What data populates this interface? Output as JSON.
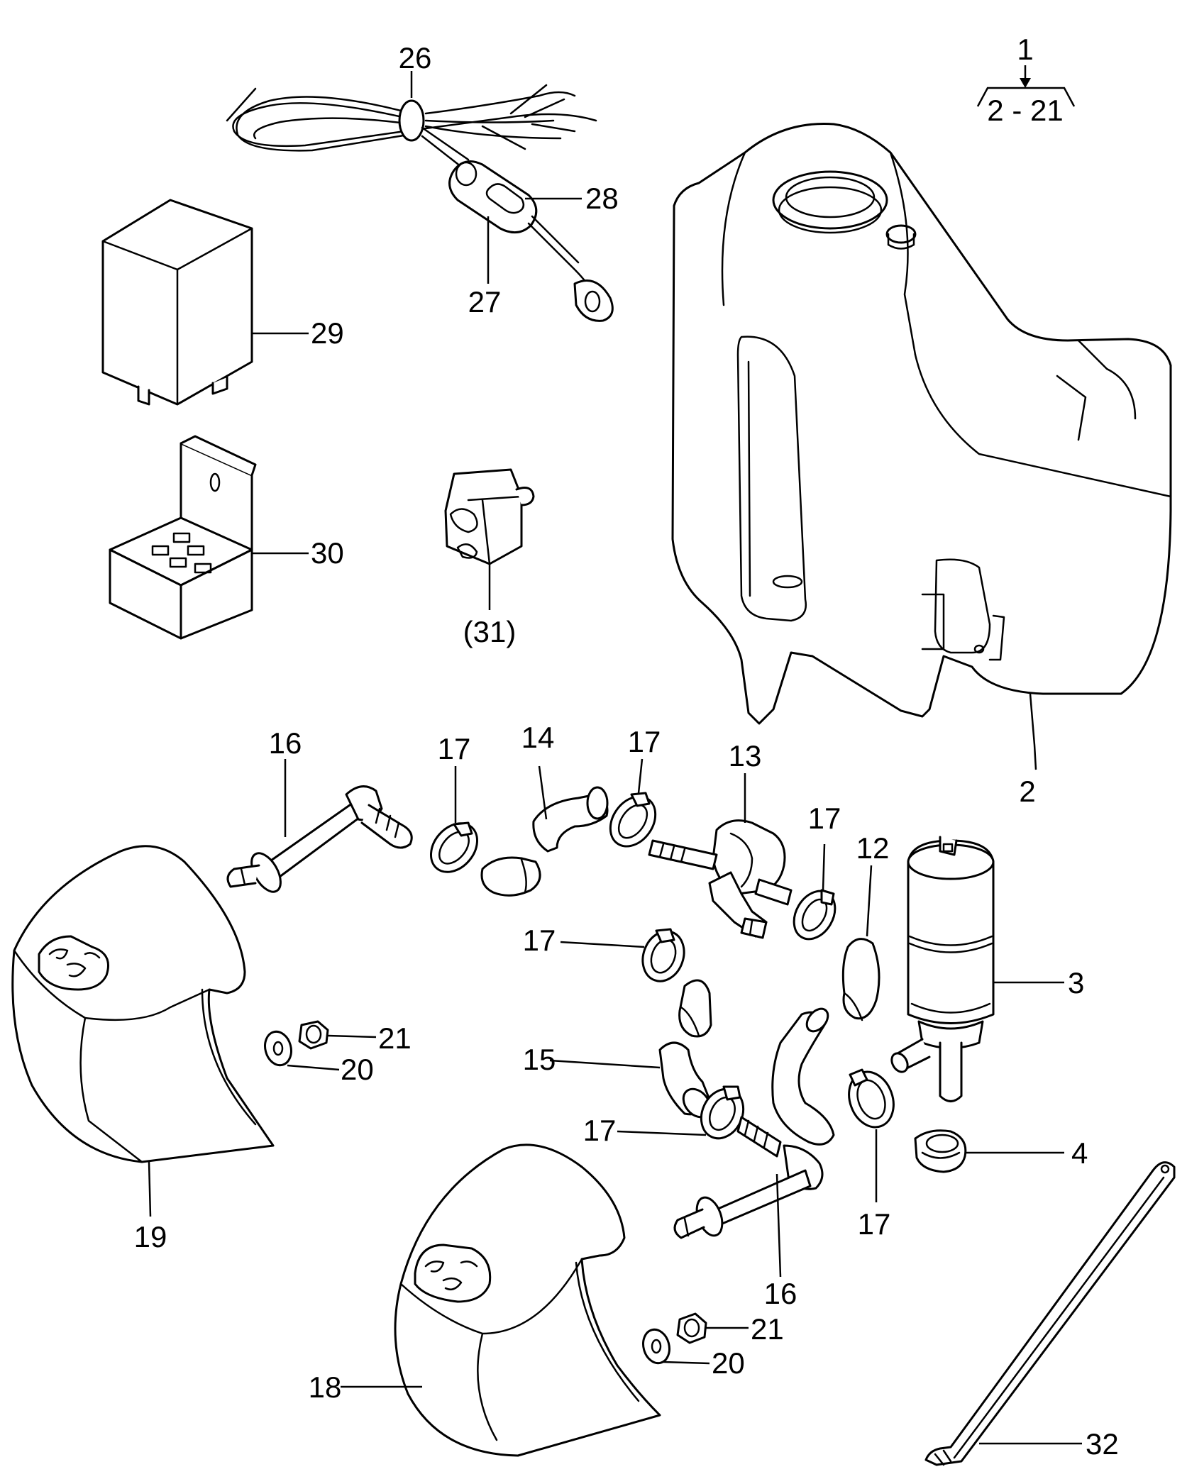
{
  "diagram": {
    "group_label": {
      "number": "1",
      "range": "2 - 21"
    },
    "callouts": {
      "c2": "2",
      "c3": "3",
      "c4": "4",
      "c12": "12",
      "c13": "13",
      "c14": "14",
      "c15": "15",
      "c16a": "16",
      "c16b": "16",
      "c17a": "17",
      "c17b": "17",
      "c17c": "17",
      "c17d": "17",
      "c17e": "17",
      "c17f": "17",
      "c18": "18",
      "c19": "19",
      "c20a": "20",
      "c20b": "20",
      "c21a": "21",
      "c21b": "21",
      "c26": "26",
      "c27": "27",
      "c28": "28",
      "c29": "29",
      "c30": "30",
      "c31": "(31)",
      "c32": "32"
    }
  }
}
